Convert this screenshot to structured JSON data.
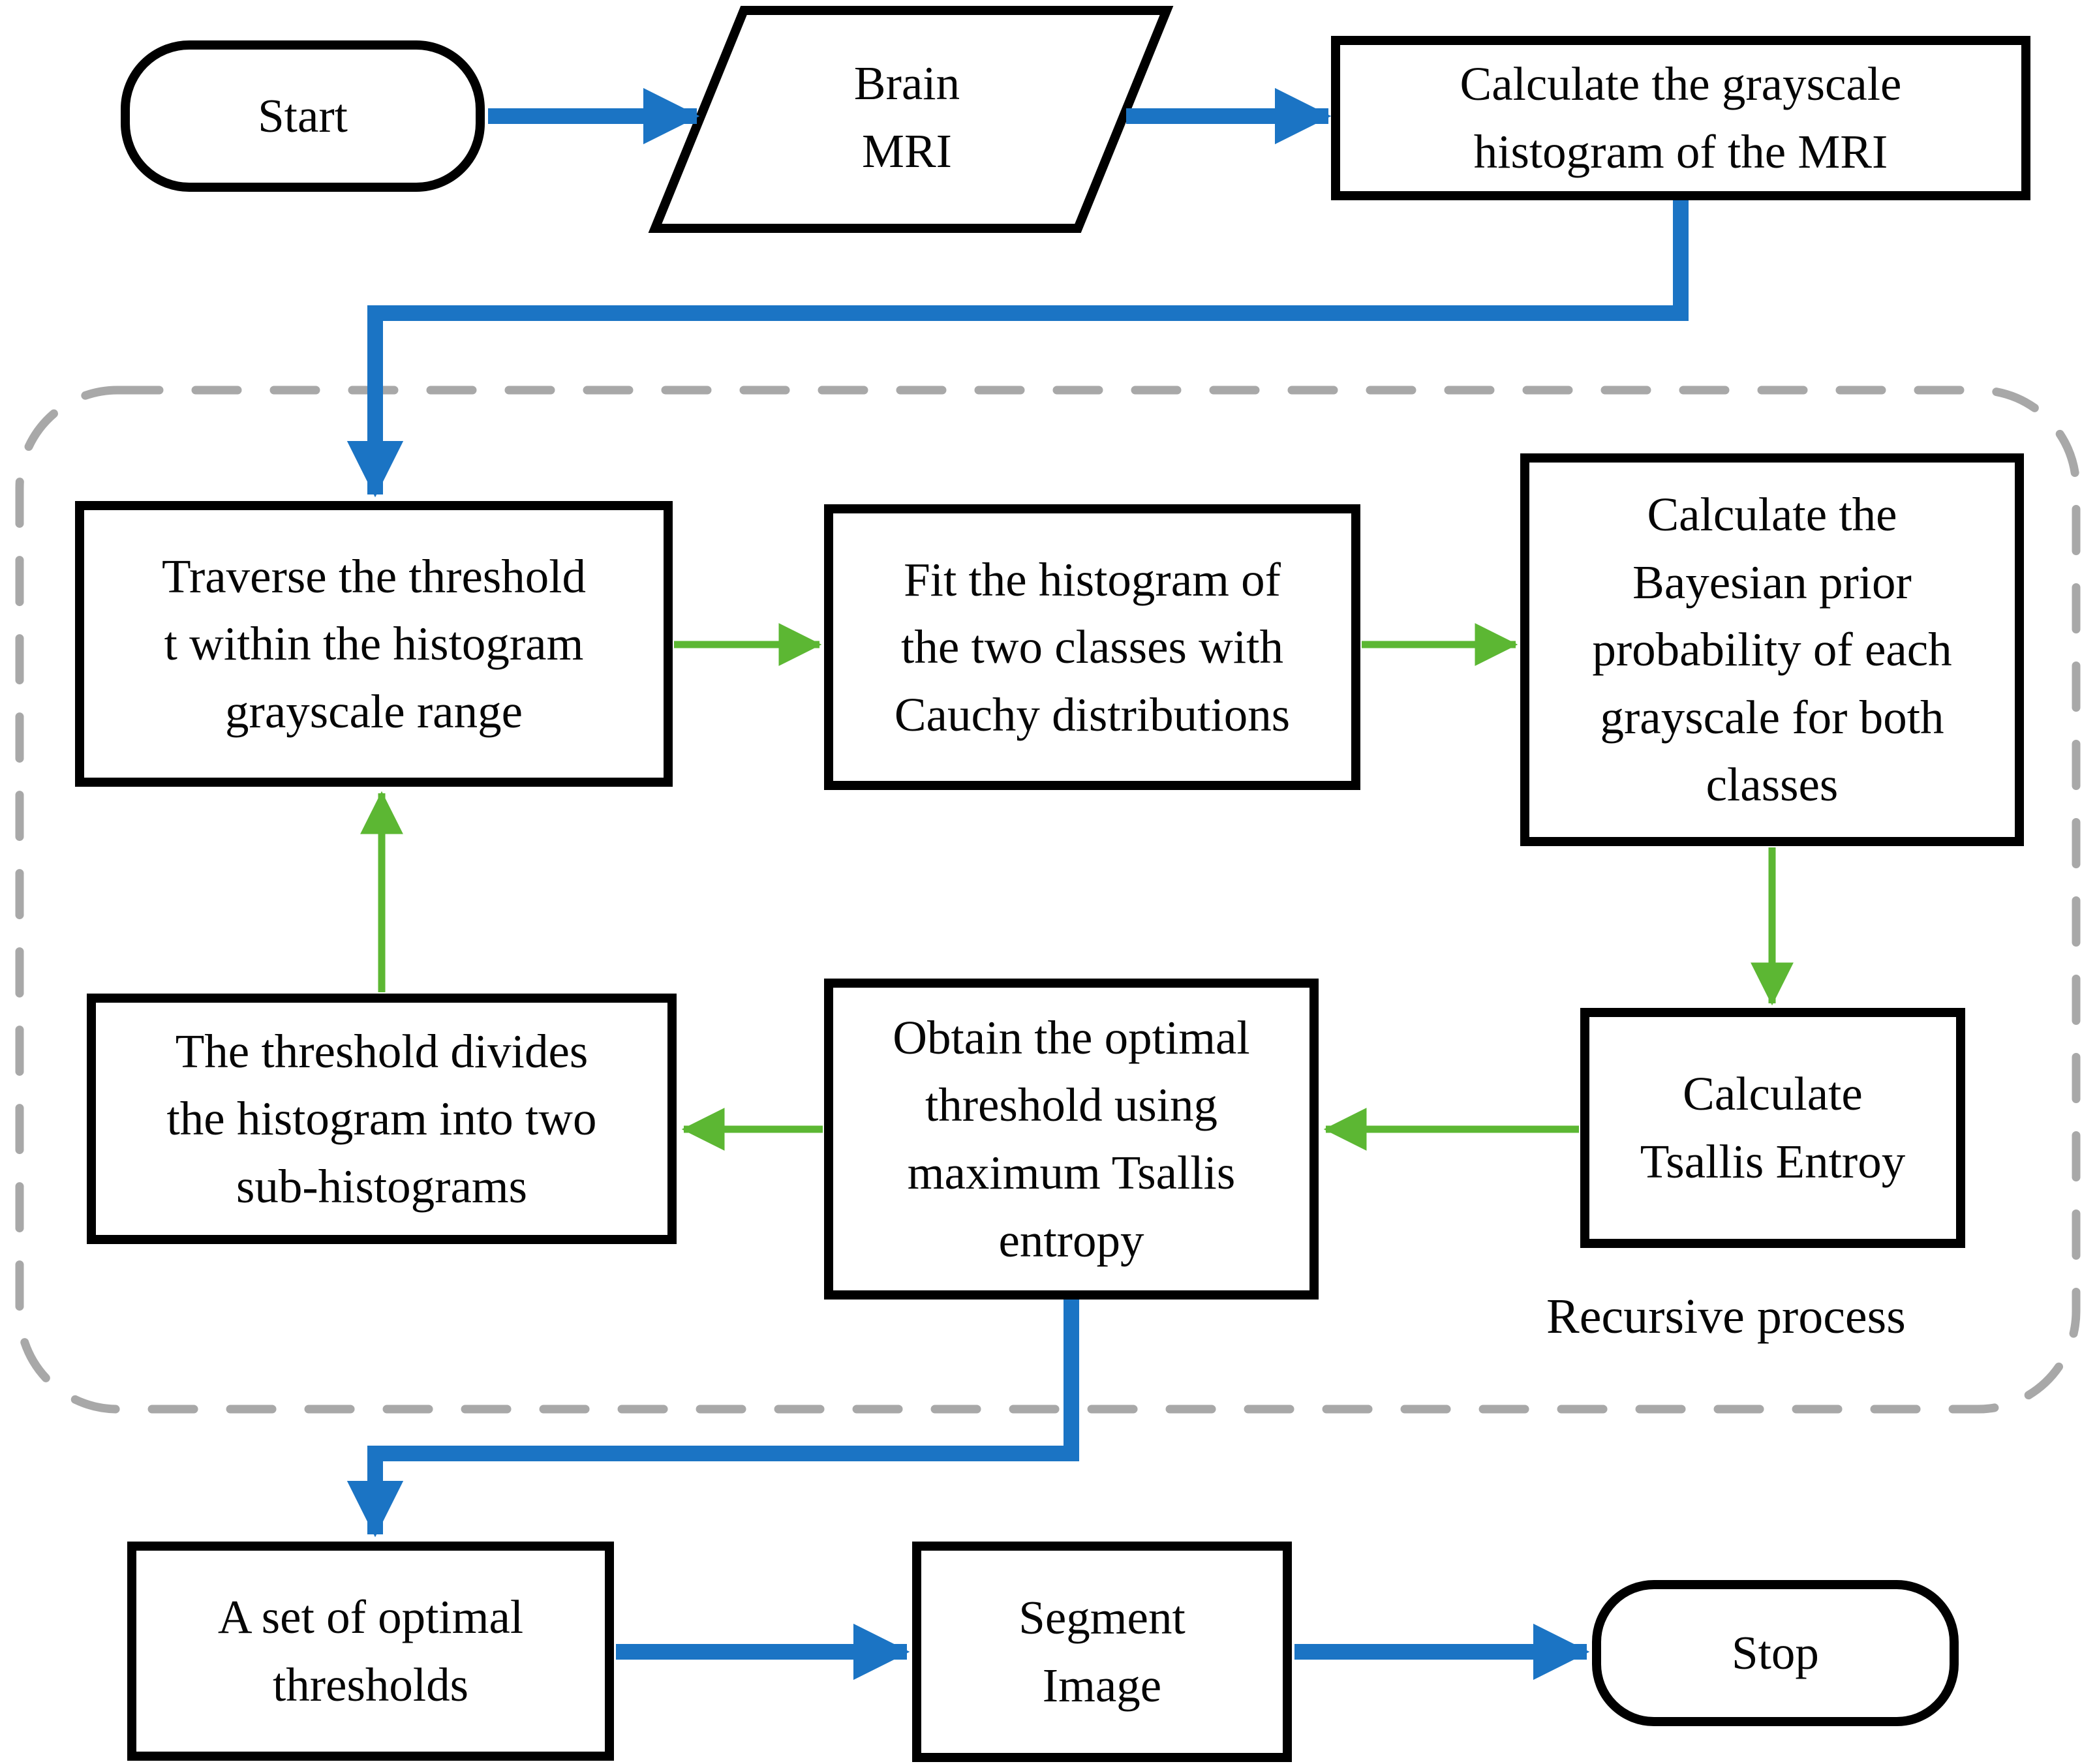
{
  "diagram": {
    "nodes": {
      "start": {
        "label": "Start",
        "shape": "stadium"
      },
      "brain_mri": {
        "label": "Brain\nMRI",
        "shape": "parallelogram"
      },
      "calc_histogram": {
        "label": "Calculate the grayscale\nhistogram of the MRI",
        "shape": "rect"
      },
      "traverse": {
        "label": "Traverse the threshold\nt within the histogram\ngrayscale range",
        "shape": "rect"
      },
      "fit": {
        "label": "Fit the histogram of\nthe two classes with\nCauchy distributions",
        "shape": "rect"
      },
      "bayesian": {
        "label": "Calculate the\nBayesian prior\nprobability of each\ngrayscale for both\nclasses",
        "shape": "rect"
      },
      "tsallis": {
        "label": "Calculate\nTsallis Entroy",
        "shape": "rect"
      },
      "obtain": {
        "label": "Obtain the optimal\nthreshold using\nmaximum Tsallis\nentropy",
        "shape": "rect"
      },
      "divide": {
        "label": "The threshold divides\nthe histogram into two\nsub-histograms",
        "shape": "rect"
      },
      "thresholds": {
        "label": "A set of optimal\nthresholds",
        "shape": "rect"
      },
      "segment": {
        "label": "Segment\nImage",
        "shape": "rect"
      },
      "stop": {
        "label": "Stop",
        "shape": "stadium"
      }
    },
    "region_label": "Recursive process",
    "edges": [
      {
        "from": "start",
        "to": "brain_mri",
        "type": "flow"
      },
      {
        "from": "brain_mri",
        "to": "calc_histogram",
        "type": "flow"
      },
      {
        "from": "calc_histogram",
        "to": "traverse",
        "type": "flow"
      },
      {
        "from": "traverse",
        "to": "fit",
        "type": "loop"
      },
      {
        "from": "fit",
        "to": "bayesian",
        "type": "loop"
      },
      {
        "from": "bayesian",
        "to": "tsallis",
        "type": "loop"
      },
      {
        "from": "tsallis",
        "to": "obtain",
        "type": "loop"
      },
      {
        "from": "obtain",
        "to": "divide",
        "type": "loop"
      },
      {
        "from": "divide",
        "to": "traverse",
        "type": "loop"
      },
      {
        "from": "obtain",
        "to": "thresholds",
        "type": "flow"
      },
      {
        "from": "thresholds",
        "to": "segment",
        "type": "flow"
      },
      {
        "from": "segment",
        "to": "stop",
        "type": "flow"
      }
    ],
    "colors": {
      "flow_arrow": "#1b74c4",
      "loop_arrow": "#5cb733",
      "region_border": "#a8a8a8",
      "node_border": "#000000"
    }
  }
}
